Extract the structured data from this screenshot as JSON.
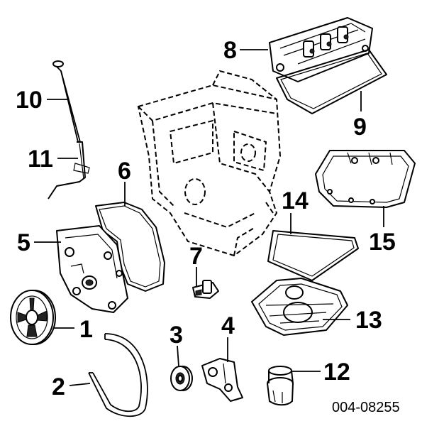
{
  "diagram": {
    "callouts": [
      {
        "id": "1",
        "label": "1"
      },
      {
        "id": "2",
        "label": "2"
      },
      {
        "id": "3",
        "label": "3"
      },
      {
        "id": "4",
        "label": "4"
      },
      {
        "id": "5",
        "label": "5"
      },
      {
        "id": "6",
        "label": "6"
      },
      {
        "id": "7",
        "label": "7"
      },
      {
        "id": "8",
        "label": "8"
      },
      {
        "id": "9",
        "label": "9"
      },
      {
        "id": "10",
        "label": "10"
      },
      {
        "id": "11",
        "label": "11"
      },
      {
        "id": "12",
        "label": "12"
      },
      {
        "id": "13",
        "label": "13"
      },
      {
        "id": "14",
        "label": "14"
      },
      {
        "id": "15",
        "label": "15"
      }
    ],
    "figure_id": "004-08255"
  }
}
